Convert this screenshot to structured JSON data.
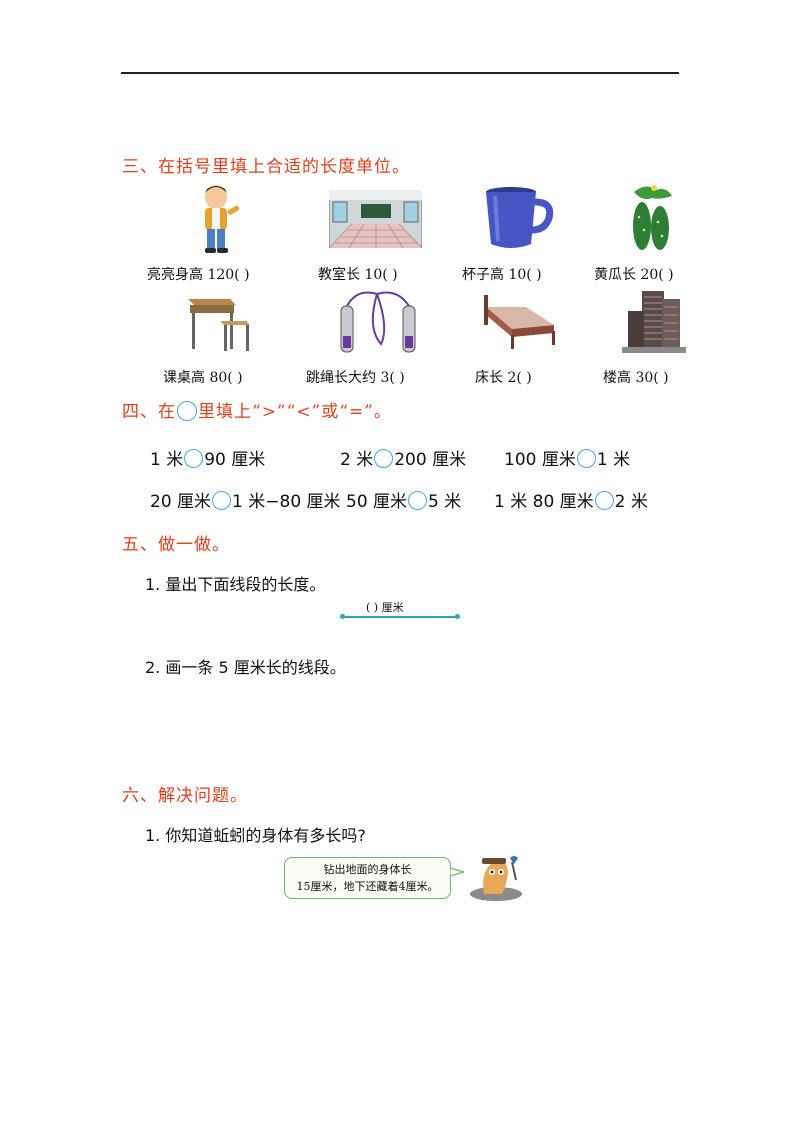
{
  "sections": {
    "s3_title": "三、在括号里填上合适的长度单位。",
    "s4_title_pre": "四、在",
    "s4_title_post": "里填上“>”“<”或“=”。",
    "s5_title": "五、做一做。",
    "s6_title": "六、解决问题。"
  },
  "units_row1": [
    {
      "label": "亮亮身高 120(     )",
      "icon": "boy-icon"
    },
    {
      "label": "教室长 10(     )",
      "icon": "classroom-icon"
    },
    {
      "label": "杯子高 10(     )",
      "icon": "cup-icon"
    },
    {
      "label": "黄瓜长 20(     )",
      "icon": "cucumber-icon"
    }
  ],
  "units_row2": [
    {
      "label": "课桌高 80(     )",
      "icon": "desk-icon"
    },
    {
      "label": "跳绳长大约 3(     )",
      "icon": "jump-rope-icon"
    },
    {
      "label": "床长 2(     )",
      "icon": "bed-icon"
    },
    {
      "label": "楼高 30(     )",
      "icon": "building-icon"
    }
  ],
  "compare": [
    {
      "left": "1 米",
      "right": "90 厘米"
    },
    {
      "left": "2 米",
      "right": "200 厘米"
    },
    {
      "left": "100 厘米",
      "right": "1 米"
    },
    {
      "left": "20 厘米",
      "right": "1 米−80 厘米"
    },
    {
      "left": "50 厘米",
      "right": "5 米"
    },
    {
      "left": "1 米 80 厘米",
      "right": "2 米"
    }
  ],
  "tasks": {
    "t1": "1. 量出下面线段的长度。",
    "segment_label": "(     ) 厘米",
    "t2": "2. 画一条 5 厘米长的线段。",
    "p1": "1. 你知道蚯蚓的身体有多长吗?",
    "bubble_line1": "钻出地面的身体长",
    "bubble_line2": "15厘米，地下还藏着4厘米。"
  },
  "colors": {
    "accent": "#e0401c",
    "circle": "#49a6e0",
    "segment": "#2aa8b8"
  }
}
